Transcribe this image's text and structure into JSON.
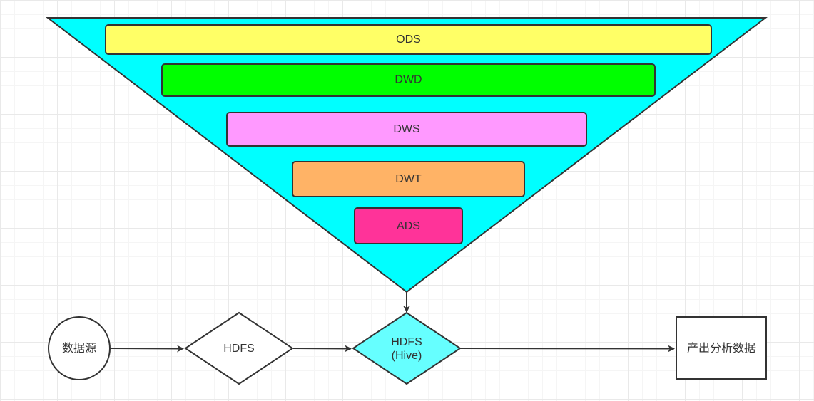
{
  "funnel": {
    "fill": "#00ffff",
    "layers": [
      {
        "label": "ODS",
        "color": "#ffff66"
      },
      {
        "label": "DWD",
        "color": "#00ff00"
      },
      {
        "label": "DWS",
        "color": "#ff99ff"
      },
      {
        "label": "DWT",
        "color": "#ffb366"
      },
      {
        "label": "ADS",
        "color": "#ff3399"
      }
    ]
  },
  "flow": {
    "source": {
      "label": "数据源"
    },
    "hdfs": {
      "label": "HDFS"
    },
    "hive": {
      "line1": "HDFS",
      "line2": "(Hive)",
      "color": "#66ffff"
    },
    "output": {
      "label": "产出分析数据"
    }
  }
}
